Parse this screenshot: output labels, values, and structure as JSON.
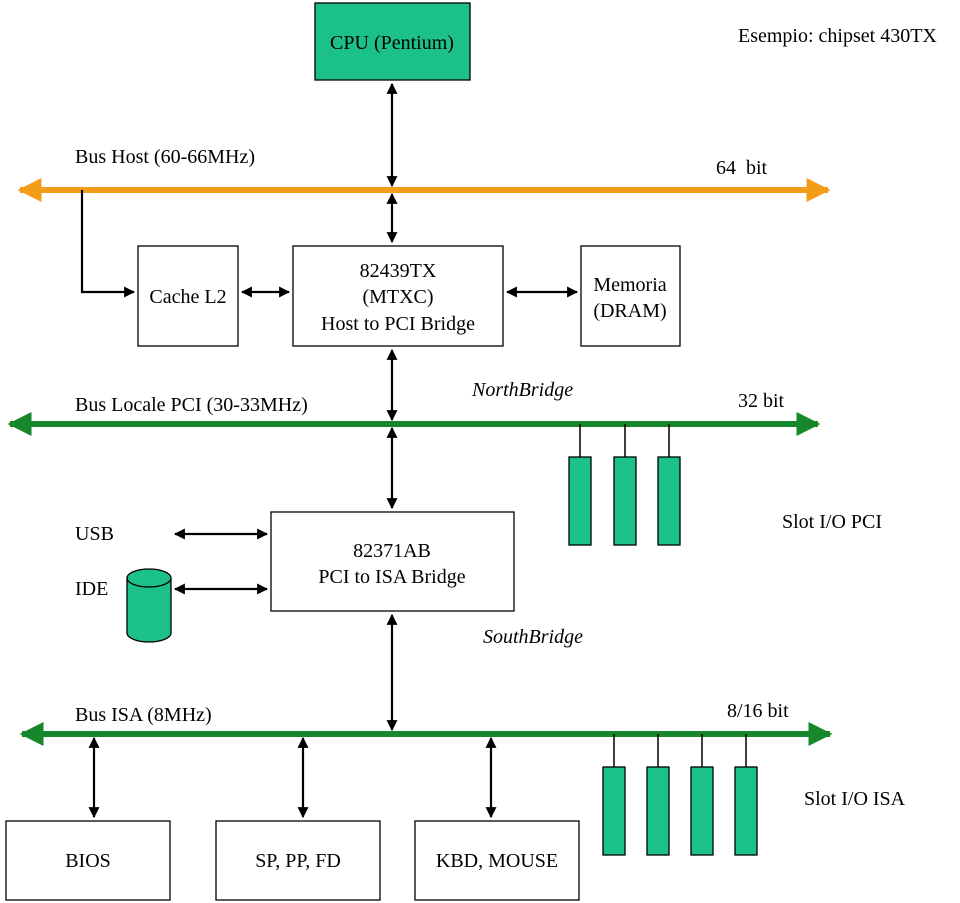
{
  "colors": {
    "host_bus": "#F39C1A",
    "pci_bus": "#17872B",
    "isa_bus": "#17872B",
    "component_fill": "#1BC08A",
    "line": "#000000"
  },
  "header": {
    "example_label": "Esempio: chipset 430TX"
  },
  "nodes": {
    "cpu": {
      "label": "CPU (Pentium)"
    },
    "cache": {
      "label": "Cache L2"
    },
    "northbridge_chip": {
      "line1": "82439TX",
      "line2": "(MTXC)",
      "line3": "Host to PCI Bridge"
    },
    "memory": {
      "line1": "Memoria",
      "line2": "(DRAM)"
    },
    "southbridge_chip": {
      "line1": "82371AB",
      "line2": "PCI to ISA Bridge"
    },
    "bios": {
      "label": "BIOS"
    },
    "sp_pp_fd": {
      "label": "SP, PP, FD"
    },
    "kbd_mouse": {
      "label": "KBD, MOUSE"
    },
    "usb": {
      "label": "USB"
    },
    "ide": {
      "label": "IDE",
      "icon": "disk-cylinder-icon"
    }
  },
  "buses": {
    "host": {
      "label": "Bus Host (60-66MHz)",
      "width": "64  bit"
    },
    "pci": {
      "label": "Bus Locale PCI (30-33MHz)",
      "width": "32 bit"
    },
    "isa": {
      "label": "Bus ISA (8MHz)",
      "width": "8/16 bit"
    }
  },
  "annotations": {
    "northbridge": "NorthBridge",
    "southbridge": "SouthBridge",
    "pci_slots": "Slot I/O PCI",
    "isa_slots": "Slot I/O ISA"
  },
  "slots": {
    "pci_count": 3,
    "isa_count": 4
  }
}
